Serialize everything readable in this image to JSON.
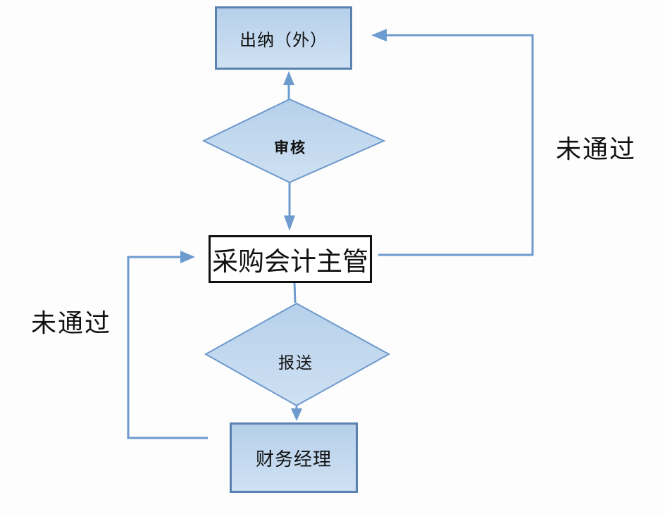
{
  "nodes": {
    "cashier_external": {
      "label": "出纳（外）"
    },
    "review": {
      "label": "审核"
    },
    "purchasing_accounting_supervisor": {
      "label": "采购会计主管"
    },
    "submit": {
      "label": "报送"
    },
    "finance_manager": {
      "label": "财务经理"
    }
  },
  "edge_labels": {
    "right_fail": "未通过",
    "left_fail": "未通过"
  },
  "colors": {
    "shape_fill_top": "#b6d0ea",
    "shape_fill_bottom": "#cfe1f3",
    "shape_border": "#6d99cc",
    "shape_border_strong": "#5a81af",
    "connector": "#6d9bce",
    "process_box_border": "#111111",
    "text": "#111111",
    "background": "#fdfdfd"
  }
}
